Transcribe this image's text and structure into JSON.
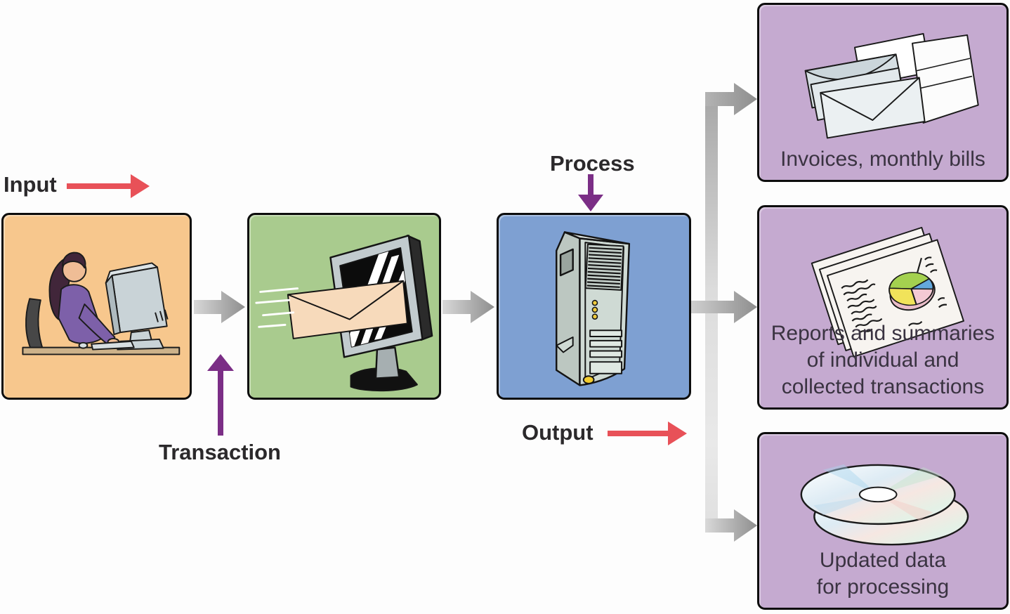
{
  "diagram_title": "transaction-processing-flow",
  "flow_labels": {
    "input": "Input",
    "transaction": "Transaction",
    "process": "Process",
    "output": "Output"
  },
  "stages": [
    {
      "name": "operator-at-computer",
      "icon": "woman-at-computer-icon",
      "background": "#F7C78D"
    },
    {
      "name": "transaction-envelope",
      "icon": "envelope-into-monitor-icon",
      "background": "#A9CB8E"
    },
    {
      "name": "processing-server",
      "icon": "server-tower-icon",
      "background": "#7EA0D2"
    }
  ],
  "outputs": [
    {
      "name": "invoices-monthly-bills",
      "icon": "envelopes-icon",
      "background": "#C5AAD0",
      "lines": [
        "Invoices, monthly bills"
      ]
    },
    {
      "name": "reports-and-summaries",
      "icon": "reports-pie-chart-icon",
      "background": "#C5AAD0",
      "lines": [
        "Reports and summaries",
        "of individual and",
        "collected transactions"
      ]
    },
    {
      "name": "updated-data",
      "icon": "compact-discs-icon",
      "background": "#C5AAD0",
      "lines": [
        "Updated data",
        "for processing"
      ]
    }
  ],
  "colors": {
    "input_output_arrow": "#E85158",
    "process_transaction_arrow": "#7B2E86",
    "flow_connector_dark": "#8E8E8E",
    "flow_connector_light": "#E6E6E6",
    "box_border": "#0D0D0D",
    "flow_label_text": "#2B292B",
    "output_label_text": "#3A3341"
  }
}
